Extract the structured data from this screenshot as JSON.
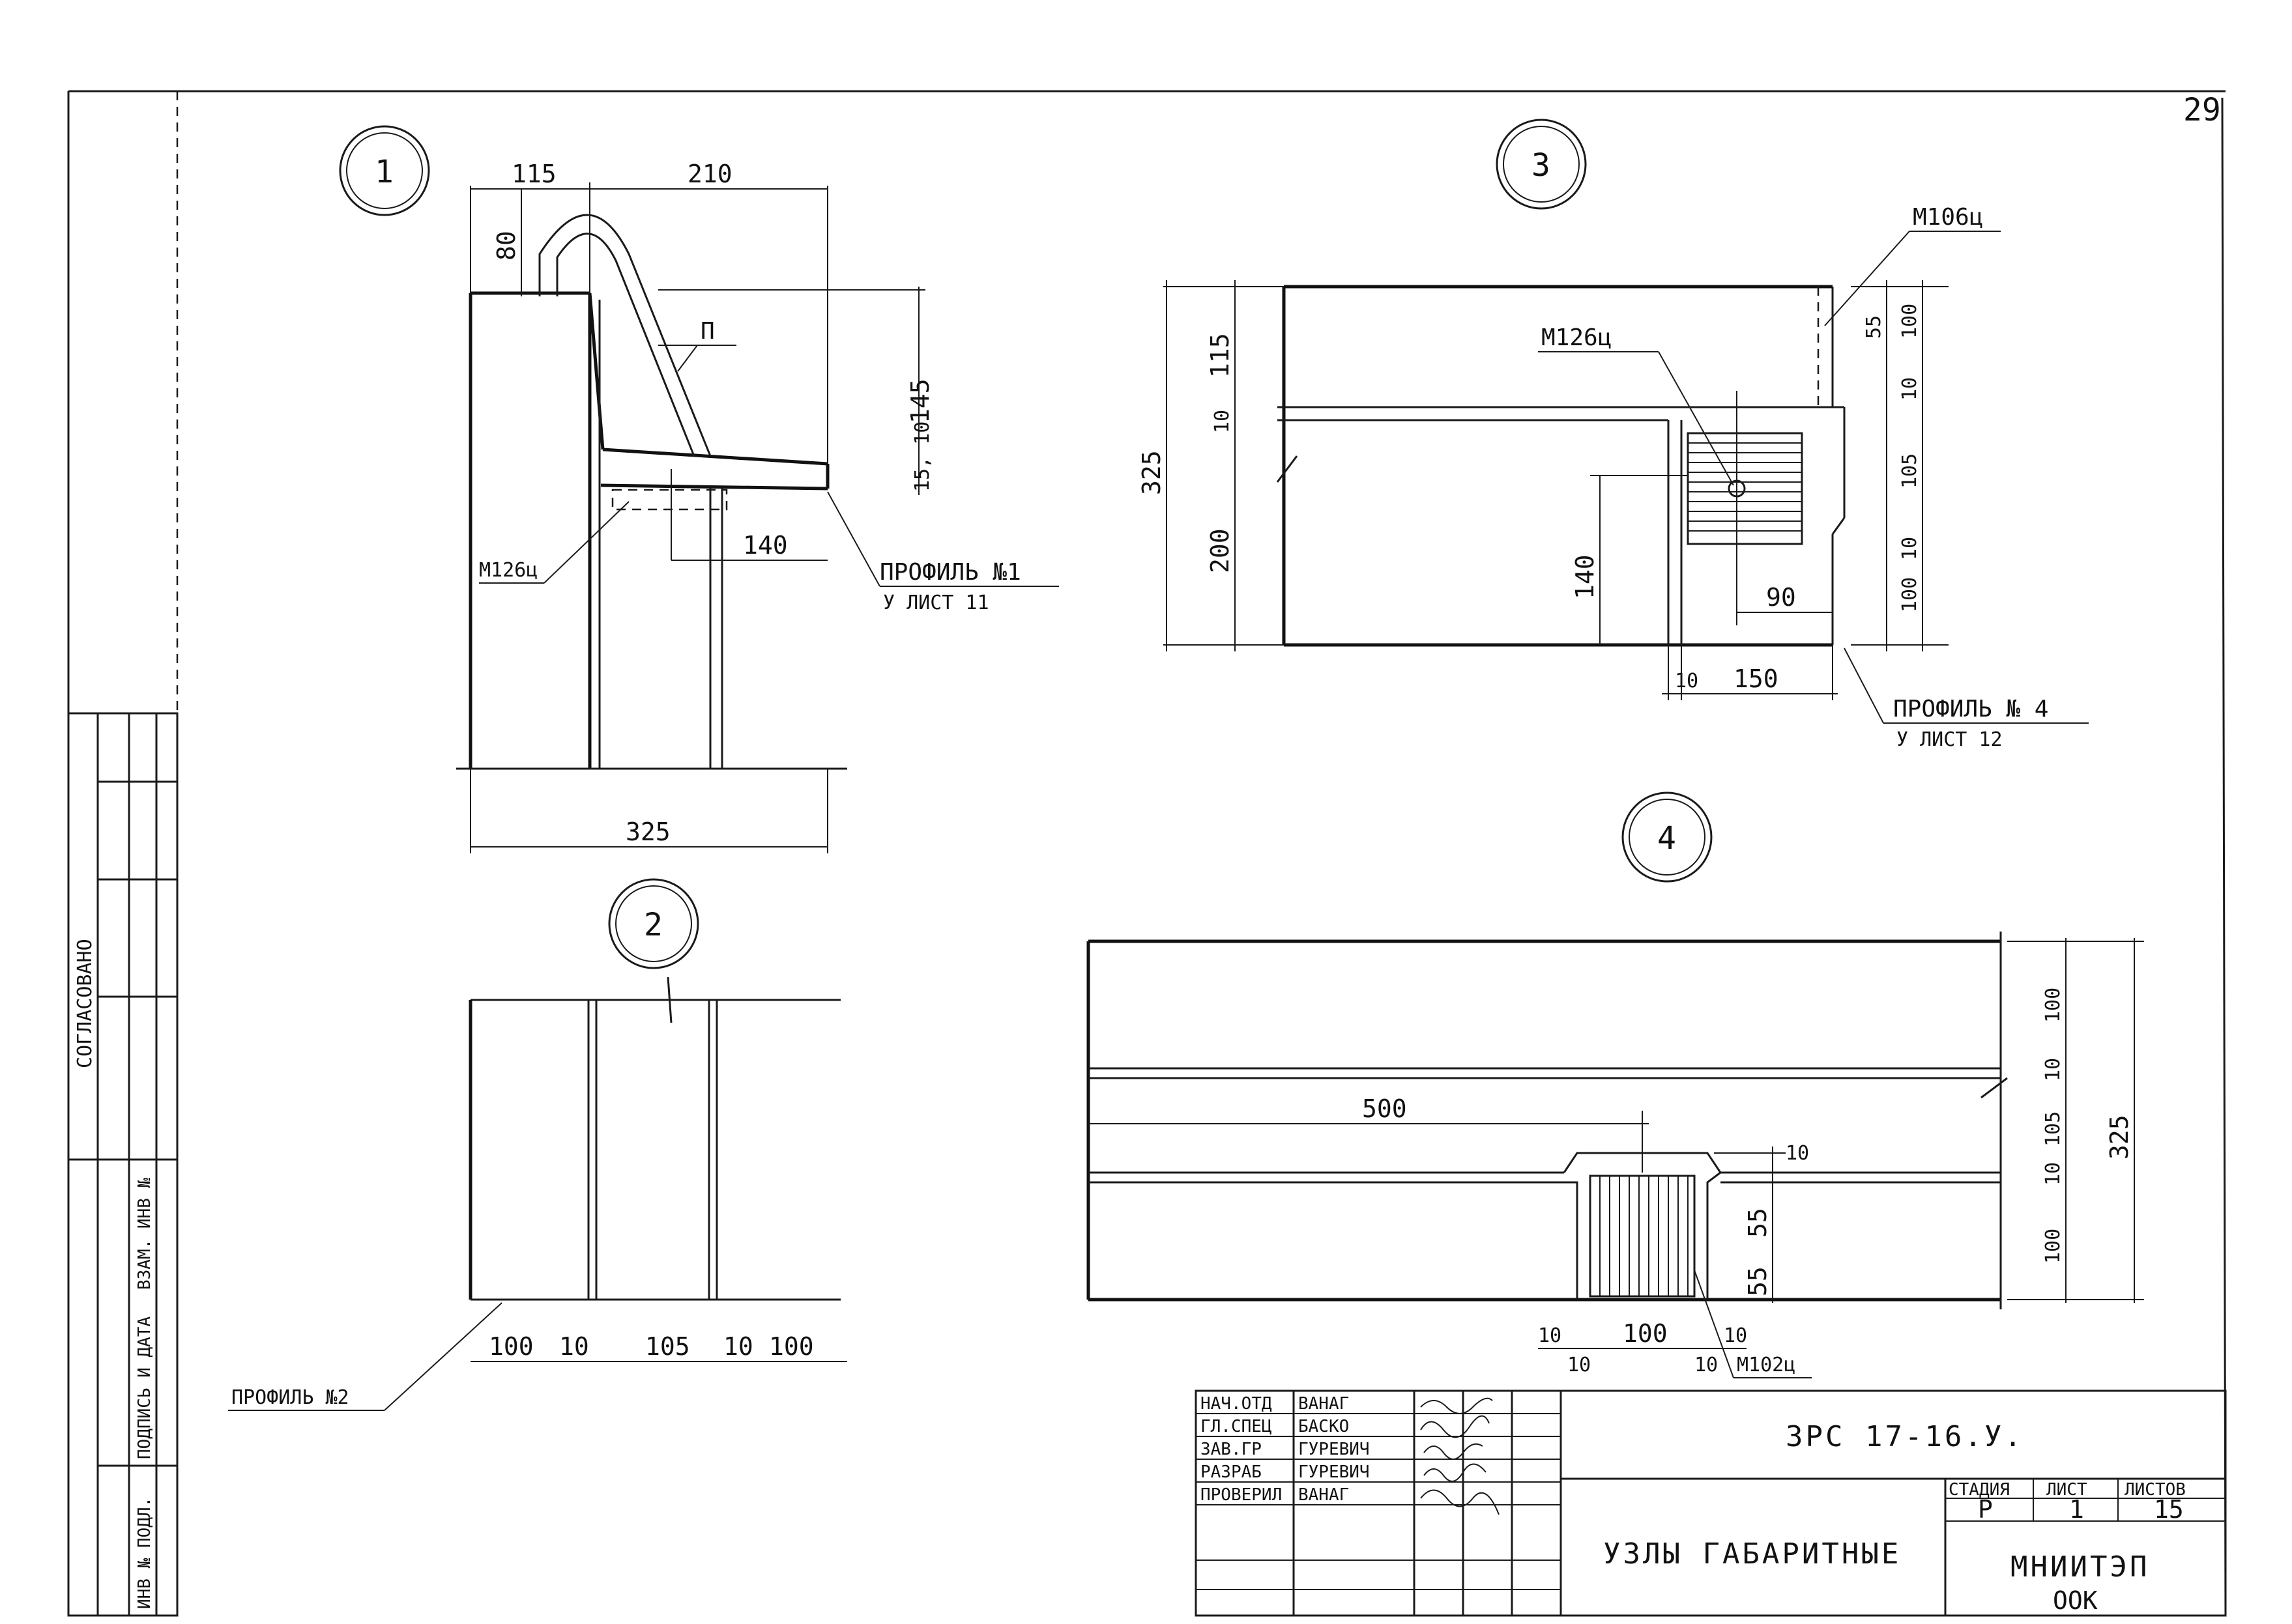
{
  "page_number": "29",
  "node_markers": [
    "1",
    "2",
    "3",
    "4"
  ],
  "node1": {
    "dims_top": [
      "115",
      "210"
    ],
    "dim_80": "80",
    "dims_right": [
      "145",
      "15, 10"
    ],
    "dim_140": "140",
    "dim_bottom": "325",
    "label_P": "П",
    "label_M126": "М126ц",
    "profile": "ПРОФИЛЬ №1",
    "profile_sheet": "У ЛИСТ 11"
  },
  "node2": {
    "dims_bottom": [
      "100",
      "10",
      "105",
      "10",
      "100"
    ],
    "profile": "ПРОФИЛЬ №2"
  },
  "node3": {
    "label_M106": "М106ц",
    "label_M126": "М126ц",
    "dims_left": [
      "325",
      "115",
      "10",
      "200"
    ],
    "dim_140": "140",
    "dim_90": "90",
    "dims_right": [
      "55",
      "100",
      "10",
      "105",
      "10",
      "100"
    ],
    "dims_bottom": [
      "10",
      "150"
    ],
    "profile": "ПРОФИЛЬ № 4",
    "profile_sheet": "У ЛИСТ 12"
  },
  "node4": {
    "dim_500": "500",
    "dims_right": [
      "100",
      "10",
      "105",
      "10",
      "100"
    ],
    "dim_total": "325",
    "dims_center": [
      "10",
      "55",
      "55"
    ],
    "dims_bottom": [
      "10",
      "100",
      "10",
      "10",
      "10"
    ],
    "label_M102": "М102ц"
  },
  "side_stamp": {
    "agreed": "СОГЛАСОВАНО",
    "col1": "ИНВ № ПОДЛ.",
    "col2": "ПОДПИСЬ И ДАТА",
    "col3": "ВЗАМ. ИНВ №"
  },
  "title_block": {
    "roles": [
      "НАЧ.ОТД",
      "ГЛ.СПЕЦ",
      "ЗАВ.ГР",
      "РАЗРАБ",
      "ПРОВЕРИЛ"
    ],
    "names": [
      "ВАНАГ",
      "БАСКО",
      "ГУРЕВИЧ",
      "ГУРЕВИЧ",
      "ВАНАГ"
    ],
    "doc_code": "3РС 17-16.У.",
    "title": "УЗЛЫ ГАБАРИТНЫЕ",
    "stage_label": "СТАДИЯ",
    "sheet_label": "ЛИСТ",
    "sheets_label": "ЛИСТОВ",
    "stage": "Р",
    "sheet": "1",
    "sheets": "15",
    "org": "МНИИТЭП",
    "org_sub": "ООК"
  }
}
